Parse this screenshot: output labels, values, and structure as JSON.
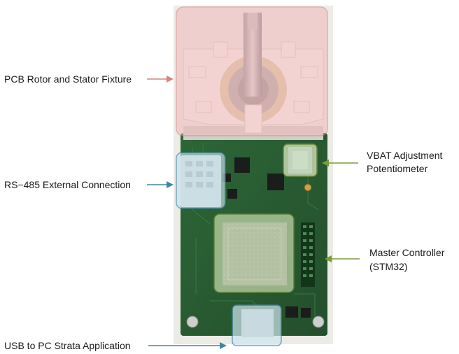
{
  "labels": {
    "rotor_stator": "PCB Rotor and Stator Fixture",
    "rs485": "RS−485 External Connection",
    "vbat_line1": "VBAT Adjustment",
    "vbat_line2": "Potentiometer",
    "master_line1": "Master Controller",
    "master_line2": "(STM32)",
    "usb": "USB to PC Strata Application"
  },
  "colors": {
    "rotor_highlight": "#f2b8bb",
    "rotor_arrow": "#d9837f",
    "rs485_highlight": "#c6e3ee",
    "rs485_arrow": "#3f86a3",
    "vbat_highlight": "#e7f0c8",
    "vbat_arrow": "#7c9b3c",
    "master_highlight": "#e3f0c4",
    "master_arrow": "#7c9b3c",
    "usb_highlight": "#cfe7f0",
    "usb_arrow": "#3f86a3",
    "pcb_green": "#2f6b3b",
    "fixture_white": "#f3f1ec"
  }
}
